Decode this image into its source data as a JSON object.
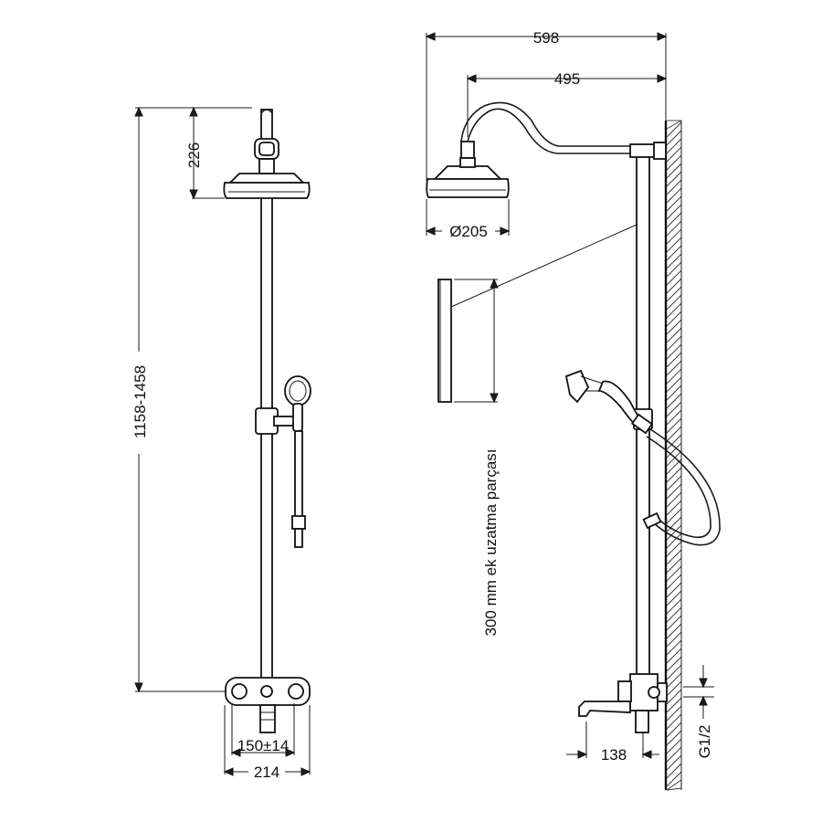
{
  "dimensions": {
    "overall_width": "598",
    "arm_reach": "495",
    "head_diameter": "Ø205",
    "head_height": "226",
    "total_height": "1158-1458",
    "centers": "150±14",
    "mixer_width": "214",
    "spout_reach": "138",
    "inlet_thread": "G1/2"
  },
  "labels": {
    "extension_piece": "300 mm ek uzatma parçası"
  }
}
